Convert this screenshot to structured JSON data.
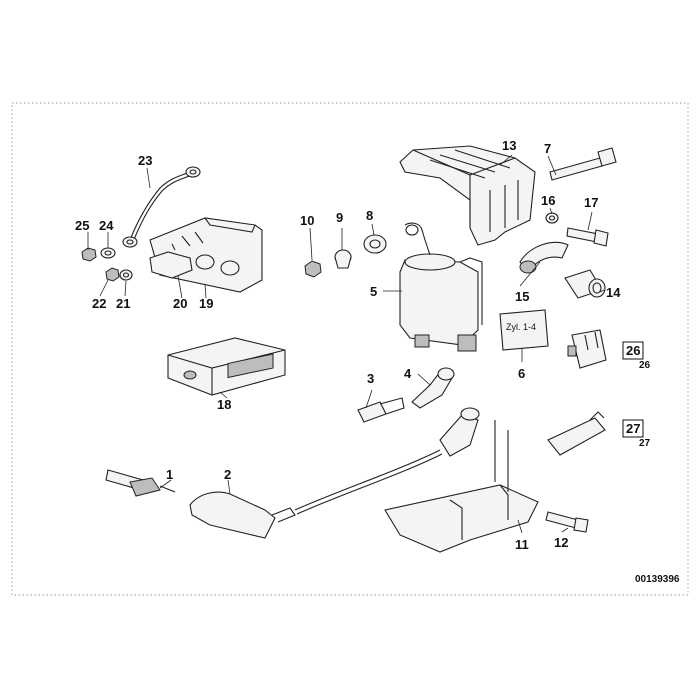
{
  "diagram": {
    "reference_number": "00139396",
    "label_note": "Zyl. 1-4",
    "parts": [
      {
        "id": "1",
        "label": "1"
      },
      {
        "id": "2",
        "label": "2"
      },
      {
        "id": "3",
        "label": "3"
      },
      {
        "id": "4",
        "label": "4"
      },
      {
        "id": "5",
        "label": "5"
      },
      {
        "id": "6",
        "label": "6"
      },
      {
        "id": "7",
        "label": "7"
      },
      {
        "id": "8",
        "label": "8"
      },
      {
        "id": "9",
        "label": "9"
      },
      {
        "id": "10",
        "label": "10"
      },
      {
        "id": "11",
        "label": "11"
      },
      {
        "id": "12",
        "label": "12"
      },
      {
        "id": "13",
        "label": "13"
      },
      {
        "id": "14",
        "label": "14"
      },
      {
        "id": "15",
        "label": "15"
      },
      {
        "id": "16",
        "label": "16"
      },
      {
        "id": "17",
        "label": "17"
      },
      {
        "id": "18",
        "label": "18"
      },
      {
        "id": "19",
        "label": "19"
      },
      {
        "id": "20",
        "label": "20"
      },
      {
        "id": "21",
        "label": "21"
      },
      {
        "id": "22",
        "label": "22"
      },
      {
        "id": "23",
        "label": "23"
      },
      {
        "id": "24",
        "label": "24"
      },
      {
        "id": "25",
        "label": "25"
      },
      {
        "id": "26",
        "label": "26"
      },
      {
        "id": "26b",
        "label": "26"
      },
      {
        "id": "27",
        "label": "27"
      },
      {
        "id": "27b",
        "label": "27"
      }
    ]
  }
}
